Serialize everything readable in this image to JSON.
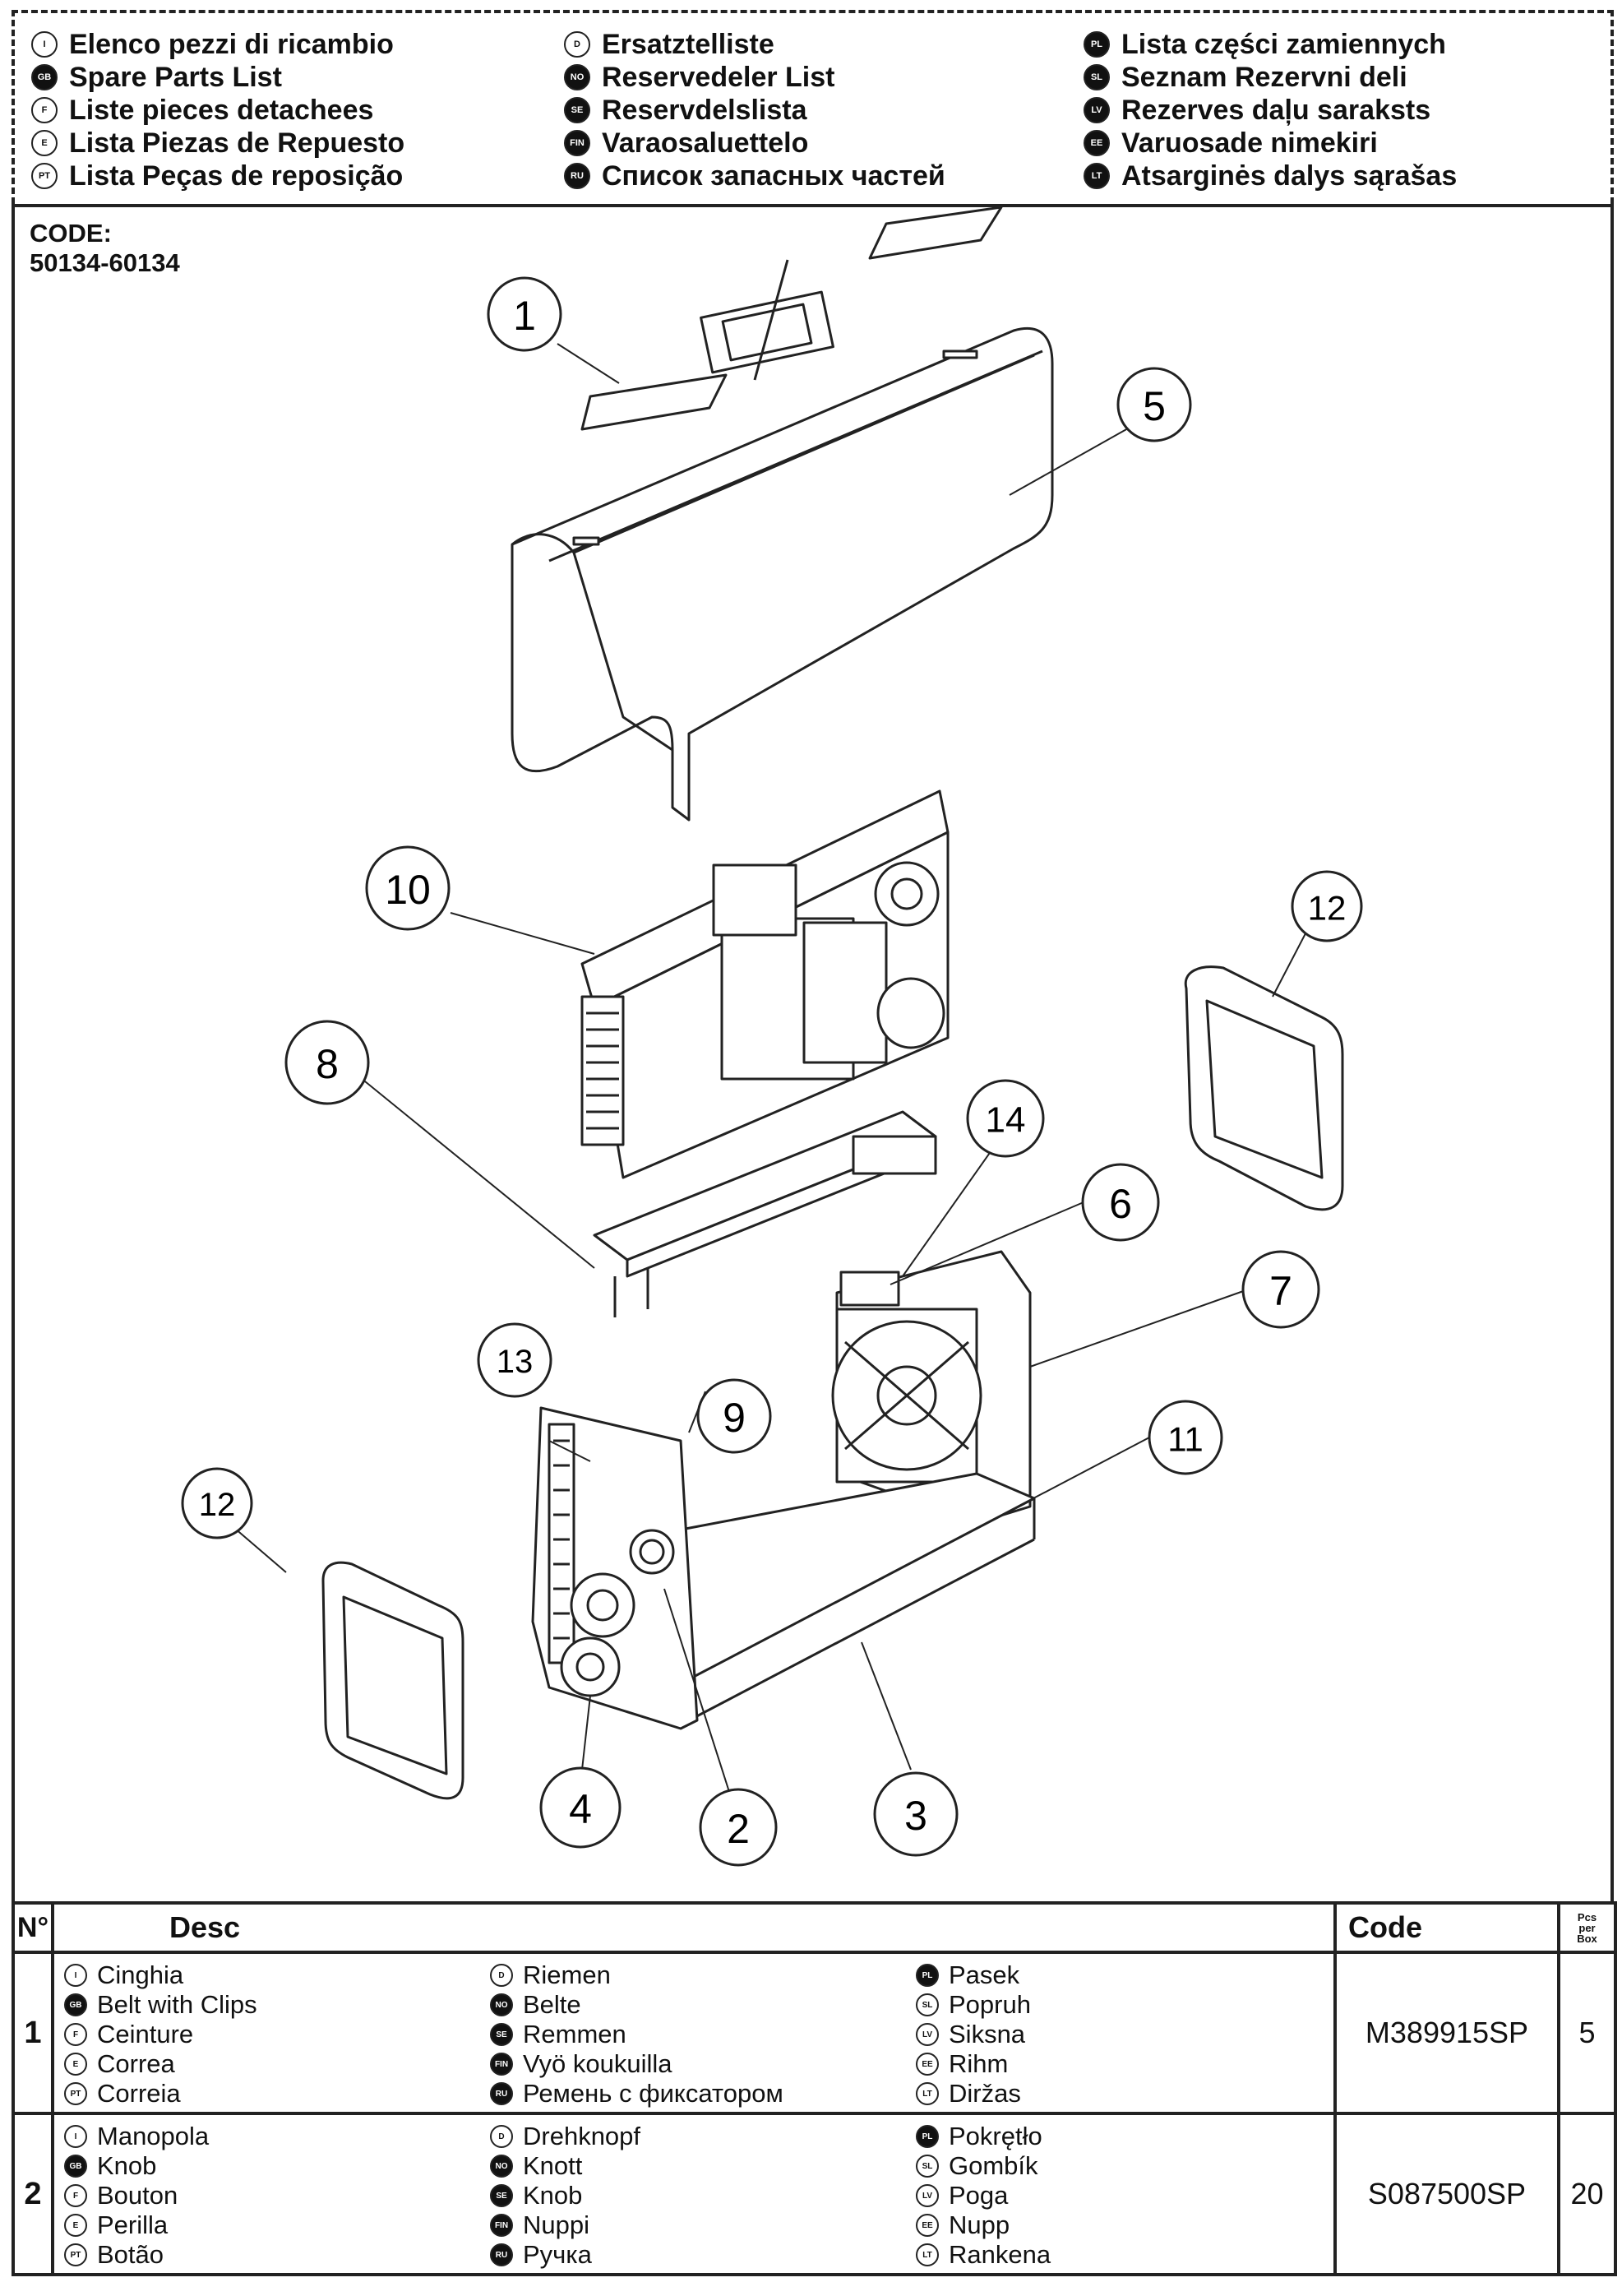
{
  "header": {
    "columns": [
      [
        {
          "badge": "I",
          "text": "Elenco pezzi di ricambio"
        },
        {
          "badge": "GB",
          "text": "Spare Parts List"
        },
        {
          "badge": "F",
          "text": "Liste pieces detachees"
        },
        {
          "badge": "E",
          "text": "Lista Piezas de Repuesto"
        },
        {
          "badge": "PT",
          "text": "Lista Peças de reposição"
        }
      ],
      [
        {
          "badge": "D",
          "text": "Ersatztelliste"
        },
        {
          "badge": "NO",
          "text": "Reservedeler List"
        },
        {
          "badge": "SE",
          "text": "Reservdelslista"
        },
        {
          "badge": "FIN",
          "text": "Varaosaluettelo"
        },
        {
          "badge": "RU",
          "text": "Список запасных частей"
        }
      ],
      [
        {
          "badge": "PL",
          "text": "Lista części zamiennych"
        },
        {
          "badge": "SL",
          "text": "Seznam Rezervni deli"
        },
        {
          "badge": "LV",
          "text": "Rezerves daļu saraksts"
        },
        {
          "badge": "EE",
          "text": "Varuosade nimekiri"
        },
        {
          "badge": "LT",
          "text": "Atsarginės dalys sąrašas"
        }
      ]
    ]
  },
  "drawing": {
    "code_label": "CODE:",
    "code_value": "50134-60134",
    "callouts": [
      "1",
      "5",
      "10",
      "12",
      "8",
      "14",
      "6",
      "7",
      "13",
      "9",
      "11",
      "12",
      "4",
      "2",
      "3"
    ]
  },
  "table": {
    "headers": {
      "n": "N°",
      "desc": "Desc",
      "code": "Code",
      "pcs": [
        "Pcs",
        "per",
        "Box"
      ]
    },
    "rows": [
      {
        "n": "1",
        "desc": [
          [
            {
              "badge": "I",
              "text": "Cinghia"
            },
            {
              "badge": "GB",
              "text": "Belt with Clips"
            },
            {
              "badge": "F",
              "text": "Ceinture"
            },
            {
              "badge": "E",
              "text": "Correa"
            },
            {
              "badge": "PT",
              "text": "Correia"
            }
          ],
          [
            {
              "badge": "D",
              "text": "Riemen"
            },
            {
              "badge": "NO",
              "text": "Belte"
            },
            {
              "badge": "SE",
              "text": "Remmen"
            },
            {
              "badge": "FIN",
              "text": "Vyö koukuilla"
            },
            {
              "badge": "RU",
              "text": "Ремень с фиксатором"
            }
          ],
          [
            {
              "badge": "PL",
              "text": "Pasek"
            },
            {
              "badge": "SL",
              "text": "Popruh"
            },
            {
              "badge": "LV",
              "text": "Siksna"
            },
            {
              "badge": "EE",
              "text": "Rihm"
            },
            {
              "badge": "LT",
              "text": "Diržas"
            }
          ]
        ],
        "code": "M389915SP",
        "pcs": "5"
      },
      {
        "n": "2",
        "desc": [
          [
            {
              "badge": "I",
              "text": "Manopola"
            },
            {
              "badge": "GB",
              "text": "Knob"
            },
            {
              "badge": "F",
              "text": "Bouton"
            },
            {
              "badge": "E",
              "text": "Perilla"
            },
            {
              "badge": "PT",
              "text": "Botão"
            }
          ],
          [
            {
              "badge": "D",
              "text": "Drehknopf"
            },
            {
              "badge": "NO",
              "text": "Knott"
            },
            {
              "badge": "SE",
              "text": "Knob"
            },
            {
              "badge": "FIN",
              "text": "Nuppi"
            },
            {
              "badge": "RU",
              "text": "Ручка"
            }
          ],
          [
            {
              "badge": "PL",
              "text": "Pokrętło"
            },
            {
              "badge": "SL",
              "text": "Gombík"
            },
            {
              "badge": "LV",
              "text": "Poga"
            },
            {
              "badge": "EE",
              "text": "Nupp"
            },
            {
              "badge": "LT",
              "text": "Rankena"
            }
          ]
        ],
        "code": "S087500SP",
        "pcs": "20"
      }
    ]
  }
}
